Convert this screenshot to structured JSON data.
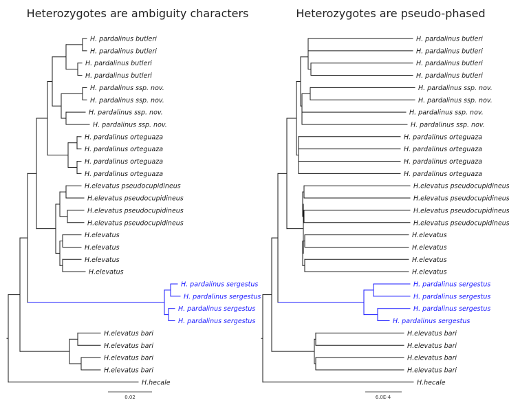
{
  "colors": {
    "default": "#1a1a1a",
    "highlight": "#1a1aff",
    "title": "#222222"
  },
  "panels": [
    {
      "id": "left",
      "title": "Heterozygotes are ambiguity characters",
      "scale_label": "0.02",
      "leaves": [
        {
          "label": "H. pardalinus butleri",
          "highlight": false
        },
        {
          "label": "H. pardalinus butleri",
          "highlight": false
        },
        {
          "label": "H. pardalinus butleri",
          "highlight": false
        },
        {
          "label": "H. pardalinus butleri",
          "highlight": false
        },
        {
          "label": "H. pardalinus ssp. nov.",
          "highlight": false
        },
        {
          "label": "H. pardalinus ssp. nov.",
          "highlight": false
        },
        {
          "label": "H. pardalinus ssp. nov.",
          "highlight": false
        },
        {
          "label": "H. pardalinus ssp. nov.",
          "highlight": false
        },
        {
          "label": "H. pardalinus orteguaza",
          "highlight": false
        },
        {
          "label": "H. pardalinus orteguaza",
          "highlight": false
        },
        {
          "label": "H. pardalinus orteguaza",
          "highlight": false
        },
        {
          "label": "H. pardalinus orteguaza",
          "highlight": false
        },
        {
          "label": "H.elevatus pseudocupidineus",
          "highlight": false
        },
        {
          "label": "H.elevatus pseudocupidineus",
          "highlight": false
        },
        {
          "label": "H.elevatus pseudocupidineus",
          "highlight": false
        },
        {
          "label": "H.elevatus pseudocupidineus",
          "highlight": false
        },
        {
          "label": "H.elevatus",
          "highlight": false
        },
        {
          "label": "H.elevatus",
          "highlight": false
        },
        {
          "label": "H.elevatus",
          "highlight": false
        },
        {
          "label": "H.elevatus",
          "highlight": false
        },
        {
          "label": "H. pardalinus sergestus",
          "highlight": true
        },
        {
          "label": "H. pardalinus sergestus",
          "highlight": true
        },
        {
          "label": "H. pardalinus sergestus",
          "highlight": true
        },
        {
          "label": "H. pardalinus sergestus",
          "highlight": true
        },
        {
          "label": "H.elevatus bari",
          "highlight": false
        },
        {
          "label": "H.elevatus bari",
          "highlight": false
        },
        {
          "label": "H.elevatus bari",
          "highlight": false
        },
        {
          "label": "H.elevatus bari",
          "highlight": false
        },
        {
          "label": "H.hecale",
          "highlight": false
        }
      ]
    },
    {
      "id": "right",
      "title": "Heterozygotes are pseudo-phased",
      "scale_label": "6.0E-4",
      "leaves": [
        {
          "label": "H. pardalinus butleri",
          "highlight": false
        },
        {
          "label": "H. pardalinus butleri",
          "highlight": false
        },
        {
          "label": "H. pardalinus butleri",
          "highlight": false
        },
        {
          "label": "H. pardalinus butleri",
          "highlight": false
        },
        {
          "label": "H. pardalinus ssp. nov.",
          "highlight": false
        },
        {
          "label": "H. pardalinus ssp. nov.",
          "highlight": false
        },
        {
          "label": "H. pardalinus ssp. nov.",
          "highlight": false
        },
        {
          "label": "H. pardalinus ssp. nov.",
          "highlight": false
        },
        {
          "label": "H. pardalinus orteguaza",
          "highlight": false
        },
        {
          "label": "H. pardalinus orteguaza",
          "highlight": false
        },
        {
          "label": "H. pardalinus orteguaza",
          "highlight": false
        },
        {
          "label": "H. pardalinus orteguaza",
          "highlight": false
        },
        {
          "label": "H.elevatus pseudocupidineus",
          "highlight": false
        },
        {
          "label": "H.elevatus pseudocupidineus",
          "highlight": false
        },
        {
          "label": "H.elevatus pseudocupidineus",
          "highlight": false
        },
        {
          "label": "H.elevatus pseudocupidineus",
          "highlight": false
        },
        {
          "label": "H.elevatus",
          "highlight": false
        },
        {
          "label": "H.elevatus",
          "highlight": false
        },
        {
          "label": "H.elevatus",
          "highlight": false
        },
        {
          "label": "H.elevatus",
          "highlight": false
        },
        {
          "label": "H. pardalinus sergestus",
          "highlight": true
        },
        {
          "label": "H. pardalinus sergestus",
          "highlight": true
        },
        {
          "label": "H. pardalinus sergestus",
          "highlight": true
        },
        {
          "label": "H. pardalinus sergestus",
          "highlight": true
        },
        {
          "label": "H.elevatus bari",
          "highlight": false
        },
        {
          "label": "H.elevatus bari",
          "highlight": false
        },
        {
          "label": "H.elevatus bari",
          "highlight": false
        },
        {
          "label": "H.elevatus bari",
          "highlight": false
        },
        {
          "label": "H.hecale",
          "highlight": false
        }
      ]
    }
  ]
}
